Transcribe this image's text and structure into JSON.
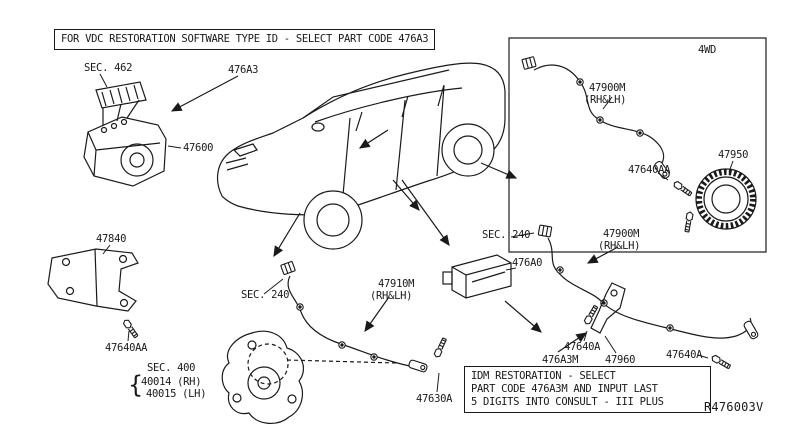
{
  "colors": {
    "line": "#1a1a1a",
    "background": "#ffffff"
  },
  "header": {
    "note": "FOR VDC RESTORATION SOFTWARE TYPE ID - SELECT PART CODE 476A3"
  },
  "footer": {
    "line1": "IDM RESTORATION - SELECT",
    "line2": "PART CODE 476A3M AND INPUT LAST",
    "line3": "5 DIGITS INTO CONSULT - III PLUS"
  },
  "ref": "R476003V",
  "labels": {
    "sec_462": "SEC. 462",
    "p476a3": "476A3",
    "p47600": "47600",
    "drivetrain": "4WD",
    "p47900m_a": "47900M",
    "p47900m_a_sub": "(RH&LH)",
    "p47950": "47950",
    "p47640aa_a": "47640AA",
    "sec_240_a": "SEC. 240",
    "p47900m_b": "47900M",
    "p47900m_b_sub": "(RH&LH)",
    "p476a0": "476A0",
    "p47840": "47840",
    "sec_240_b": "SEC. 240",
    "p47910m": "47910M",
    "p47910m_sub": "(RH&LH)",
    "p47640aa_b": "47640AA",
    "sec_400": "SEC. 400",
    "sec_400_brace": "{",
    "sec_400_sub1": "40014 (RH)",
    "sec_400_sub2": "40015 (LH)",
    "p476a3m": "476A3M",
    "p47640a_a": "47640A",
    "p47960": "47960",
    "p47640a_b": "47640A",
    "p47630a": "47630A"
  }
}
